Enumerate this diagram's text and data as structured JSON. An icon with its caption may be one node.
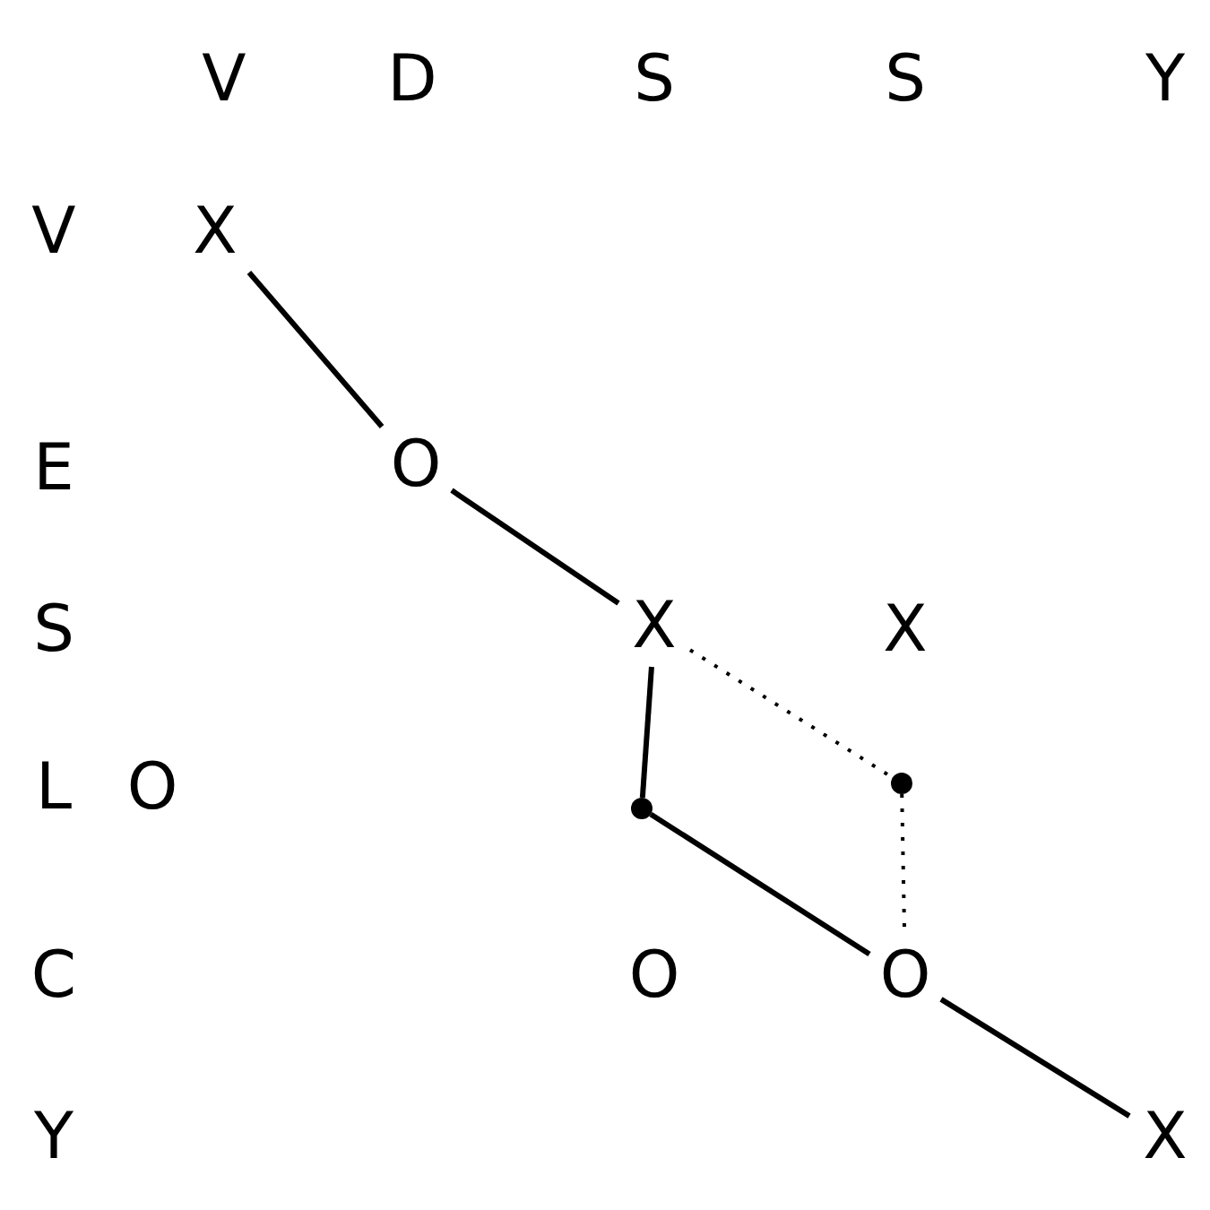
{
  "diagram": {
    "nodes": [
      {
        "text": [
          "X"
        ]
      },
      {
        "text": [
          "O"
        ]
      },
      {
        "text": [
          "X"
        ]
      },
      {
        "text": [],
        "shape": "circle"
      },
      {
        "text": [],
        "shape": "circle"
      },
      {
        "text": [
          "O"
        ]
      },
      {
        "text": [
          "X"
        ]
      }
    ],
    "edges": [
      {
        "from": 0,
        "to": 1,
        "arrow": "none"
      },
      {
        "from": 1,
        "to": 2,
        "arrow": "none"
      },
      {
        "from": 2,
        "to": 3,
        "arrow": "none"
      },
      {
        "from": 3,
        "to": 5,
        "arrow": "none"
      },
      {
        "from": 5,
        "to": 6,
        "arrow": "none"
      },
      {
        "from": 2,
        "to": 4,
        "arrow": "none",
        "style": "dashed"
      },
      {
        "from": 4,
        "to": 5,
        "arrow": "none",
        "style": "dashed"
      }
    ],
    "labels": [
      "V",
      "D",
      "S",
      "S",
      "Y",
      "V",
      "E",
      "S",
      "X",
      "L",
      "O",
      "C",
      "O",
      "Y"
    ]
  }
}
